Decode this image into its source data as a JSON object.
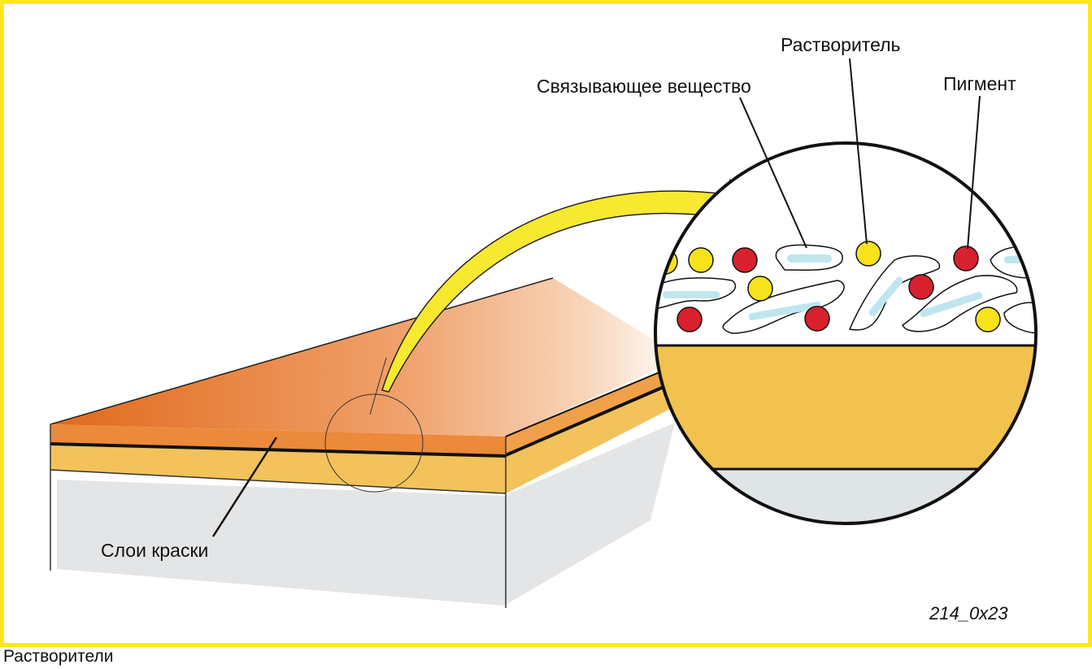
{
  "labels": {
    "solvent": "Растворитель",
    "binder": "Связывающее вещество",
    "pigment": "Пигмент",
    "paint_layers": "Слои краски"
  },
  "figure_code": "214_0x23",
  "caption": "Растворители",
  "colors": {
    "frame": "#ffe81a",
    "paint_orange": "#e8782a",
    "primer_yellow": "#f3c25a",
    "pigment_red": "#d8202e",
    "solvent_yellow": "#f7e21c",
    "binder_blue": "#bfe6ee"
  }
}
